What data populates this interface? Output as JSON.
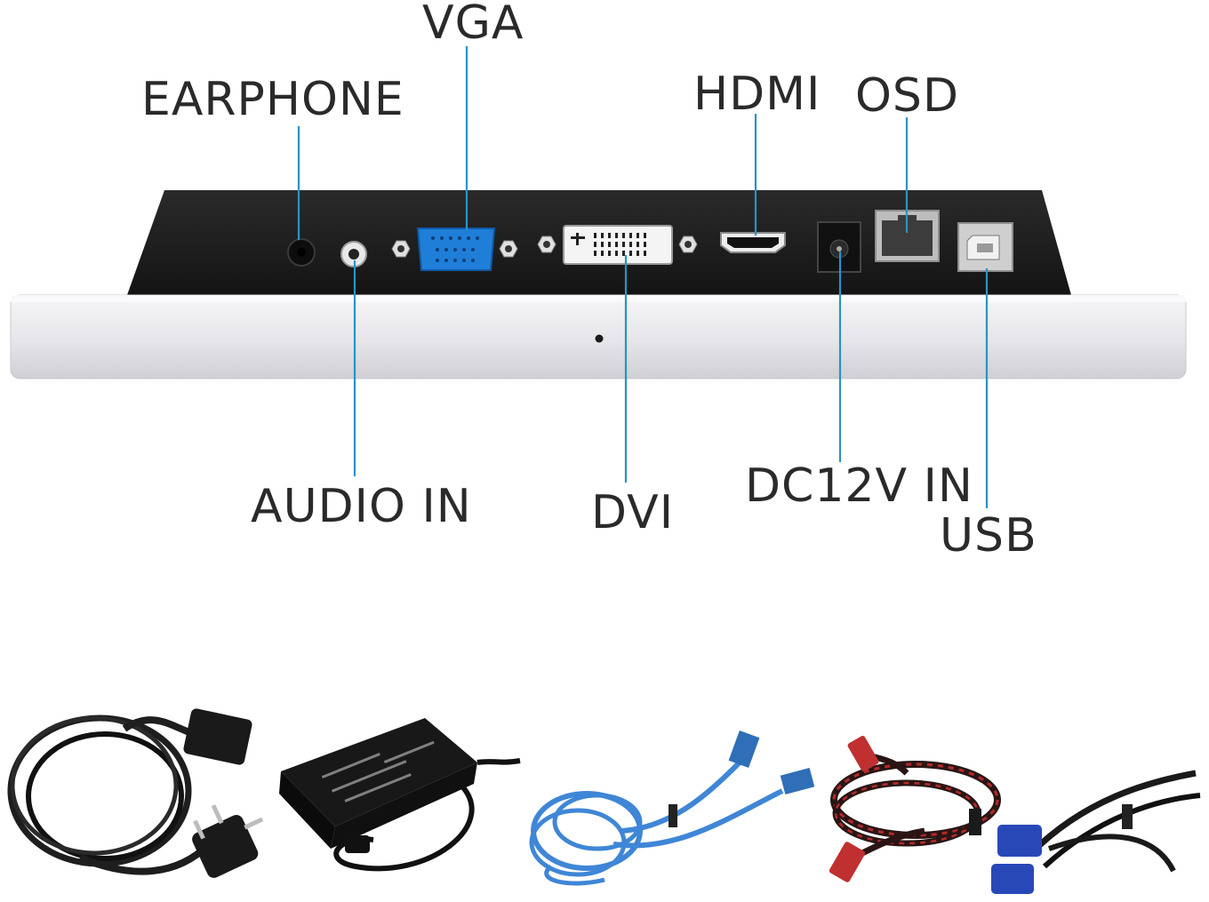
{
  "labels": {
    "earphone": "EARPHONE",
    "vga": "VGA",
    "hdmi": "HDMI",
    "osd": "OSD",
    "audio_in": "AUDIO IN",
    "dvi": "DVI",
    "dc_in": "DC12V IN",
    "usb": "USB"
  },
  "colors": {
    "leader_line": "#2a93c6",
    "vga_port": "#1f7fd8",
    "panel_dark": "#1c1c1c",
    "bezel_silver": "#e9e9ec",
    "label_text": "#2a2a2a",
    "usb_cable": "#3f86d6",
    "hdmi_cable_red": "#b52a2a"
  },
  "accessories": [
    "power-cord",
    "power-adapter",
    "usb-cable",
    "hdmi-cable",
    "vga-cable"
  ]
}
